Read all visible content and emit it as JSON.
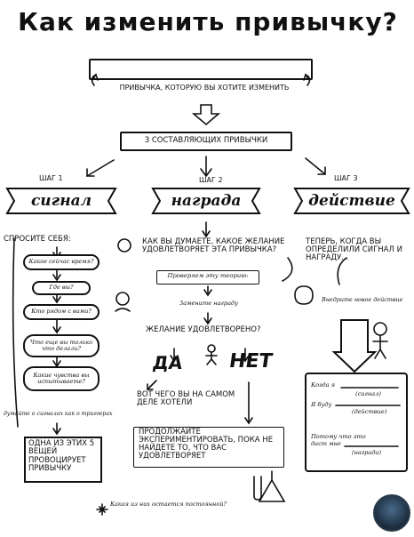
{
  "title": "Как изменить привычку?",
  "top": {
    "habit_caption": "ПРИВЫЧКА, КОТОРУЮ ВЫ ХОТИТЕ ИЗМЕНИТЬ",
    "components": "3 СОСТАВЛЯЮЩИХ ПРИВЫЧКИ"
  },
  "steps": [
    {
      "step": "ШАГ 1",
      "name": "сигнал"
    },
    {
      "step": "ШАГ 2",
      "name": "награда"
    },
    {
      "step": "ШАГ 3",
      "name": "действие"
    }
  ],
  "left": {
    "ask": "СПРОСИТЕ СЕБЯ:",
    "questions": [
      "Какое сейчас время?",
      "Где вы?",
      "Кто рядом с вами?",
      "Что еще вы только что делали?",
      "Какие чувства вы испытываете?"
    ],
    "triggers_note": "думайте о сигналах как о триггерах",
    "five_things": "ОДНА ИЗ ЭТИХ 5 ВЕЩЕЙ ПРОВОЦИРУЕТ ПРИВЫЧКУ",
    "which_constant": "Какая из них остается постоянной?"
  },
  "middle": {
    "question": "КАК ВЫ ДУМАЕТЕ, КАКОЕ ЖЕЛАНИЕ УДОВЛЕТВОРЯЕТ ЭТА ПРИВЫЧКА?",
    "test_theory": "Проверяем эту теорию:",
    "replace_reward": "Замените награду",
    "satisfied": "ЖЕЛАНИЕ УДОВЛЕТВОРЕНО?",
    "yes": "ДА",
    "no": "НЕТ",
    "yes_note": "ВОТ ЧЕГО ВЫ НА САМОМ ДЕЛЕ ХОТЕЛИ",
    "no_note": "ПРОДОЛЖАЙТЕ ЭКСПЕРИМЕНТИРОВАТЬ, ПОКА НЕ НАЙДЕТЕ ТО, ЧТО ВАС УДОВЛЕТВОРЯЕТ"
  },
  "right": {
    "now": "ТЕПЕРЬ, КОГДА ВЫ ОПРЕДЕЛИЛИ СИГНАЛ И НАГРАДУ...",
    "implement": "Внедрите новое действие",
    "plan": {
      "when": "Когда я",
      "signal": "(сигнал)",
      "i_will": "Я буду",
      "action": "(действие)",
      "because": "Потому что это даст мне",
      "reward": "(награда)"
    }
  }
}
